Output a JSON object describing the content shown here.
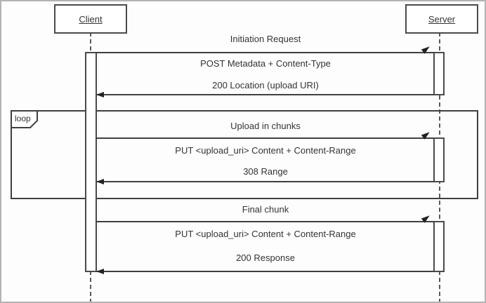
{
  "actors": {
    "client": "Client",
    "server": "Server"
  },
  "fragment": {
    "label": "loop"
  },
  "messages": {
    "section1_title": "Initiation Request",
    "section1_request": "POST Metadata + Content-Type",
    "section1_response": "200 Location (upload URI)",
    "loop_title": "Upload in chunks",
    "loop_request": "PUT <upload_uri> Content + Content-Range",
    "loop_response": "308 Range",
    "section3_title": "Final chunk",
    "section3_request": "PUT <upload_uri> Content + Content-Range",
    "section3_response": "200 Response"
  },
  "colors": {
    "line": "#3f3f3f",
    "text": "#333333",
    "background": "#fdfdfd",
    "outer_border": "#b3b3b3"
  }
}
